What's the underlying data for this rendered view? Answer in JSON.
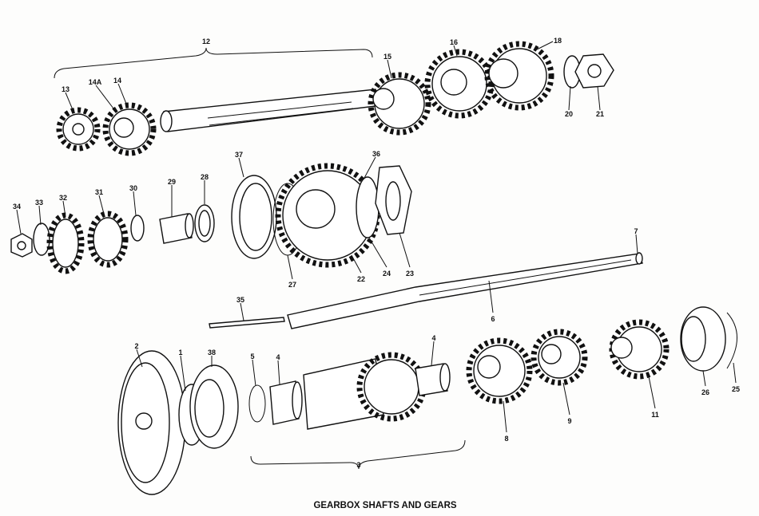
{
  "caption": "GEARBOX SHAFTS AND GEARS",
  "part_labels": {
    "p12": "12",
    "p13": "13",
    "p14a": "14A",
    "p14": "14",
    "p15": "15",
    "p16": "16",
    "p18": "18",
    "p20": "20",
    "p21": "21",
    "p37": "37",
    "p36": "36",
    "p28": "28",
    "p29": "29",
    "p30": "30",
    "p31": "31",
    "p32": "32",
    "p33": "33",
    "p34": "34",
    "p27": "27",
    "p22": "22",
    "p24": "24",
    "p23": "23",
    "p7": "7",
    "p35": "35",
    "p6": "6",
    "p2": "2",
    "p1": "1",
    "p38": "38",
    "p5": "5",
    "p4a": "4",
    "p4b": "4",
    "p3": "3",
    "p8": "8",
    "p9": "9",
    "p11": "11",
    "p26": "26",
    "p25": "25"
  }
}
